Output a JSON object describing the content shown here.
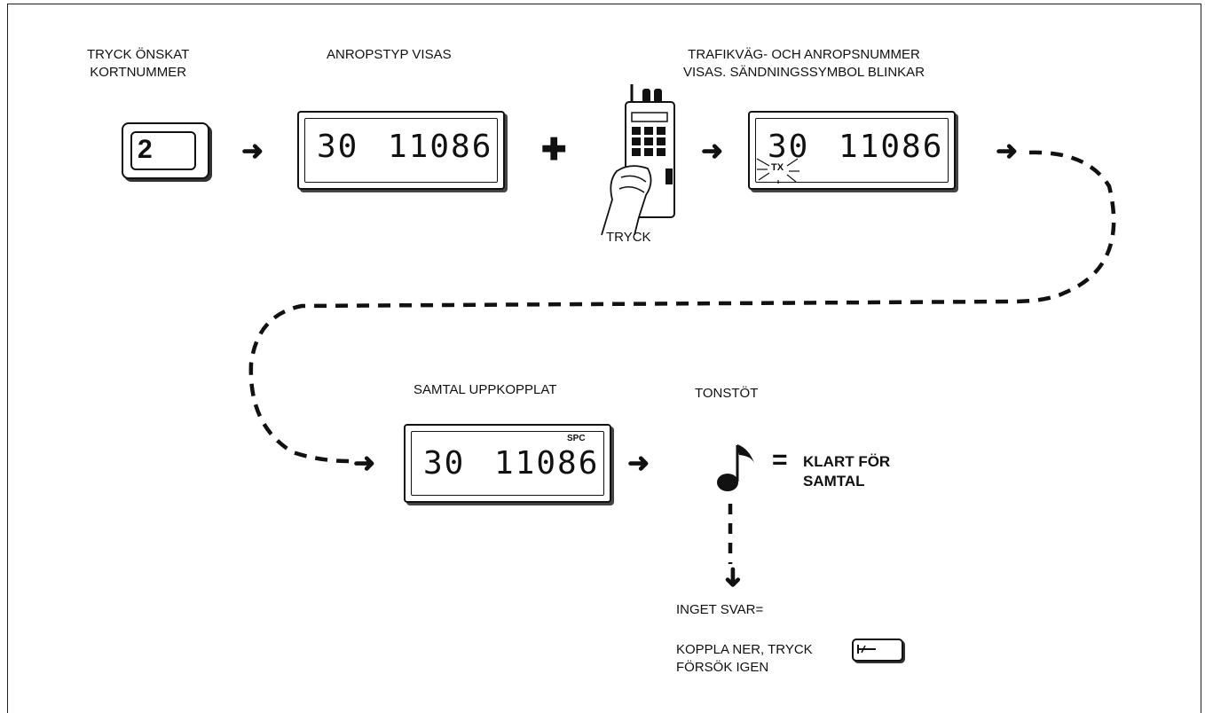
{
  "step1": {
    "label_line1": "TRYCK ÖNSKAT",
    "label_line2": "KORTNUMMER",
    "key": "2"
  },
  "step2": {
    "label": "ANROPSTYP VISAS",
    "display_a": "30",
    "display_b": "11086"
  },
  "step3": {
    "press_label": "TRYCK"
  },
  "step4": {
    "label_line1": "TRAFIKVÄG- OCH ANROPSNUMMER",
    "label_line2": "VISAS. SÄNDNINGSSYMBOL BLINKAR",
    "display_a": "30",
    "display_b": "11086",
    "symbol": "TX"
  },
  "step5": {
    "label": "SAMTAL UPPKOPPLAT",
    "display_a": "30",
    "display_b": "11086",
    "symbol": "SPC"
  },
  "step6": {
    "label": "TONSTÖT",
    "equals": "=",
    "result_line1": "KLART FÖR",
    "result_line2": "SAMTAL"
  },
  "noanswer": {
    "line1": "INGET SVAR=",
    "line2": "KOPPLA NER, TRYCK",
    "line3": "FÖRSÖK IGEN"
  },
  "icons": {
    "arrow": "right-arrow-icon",
    "note": "music-note-icon",
    "radio": "handheld-radio-icon"
  }
}
